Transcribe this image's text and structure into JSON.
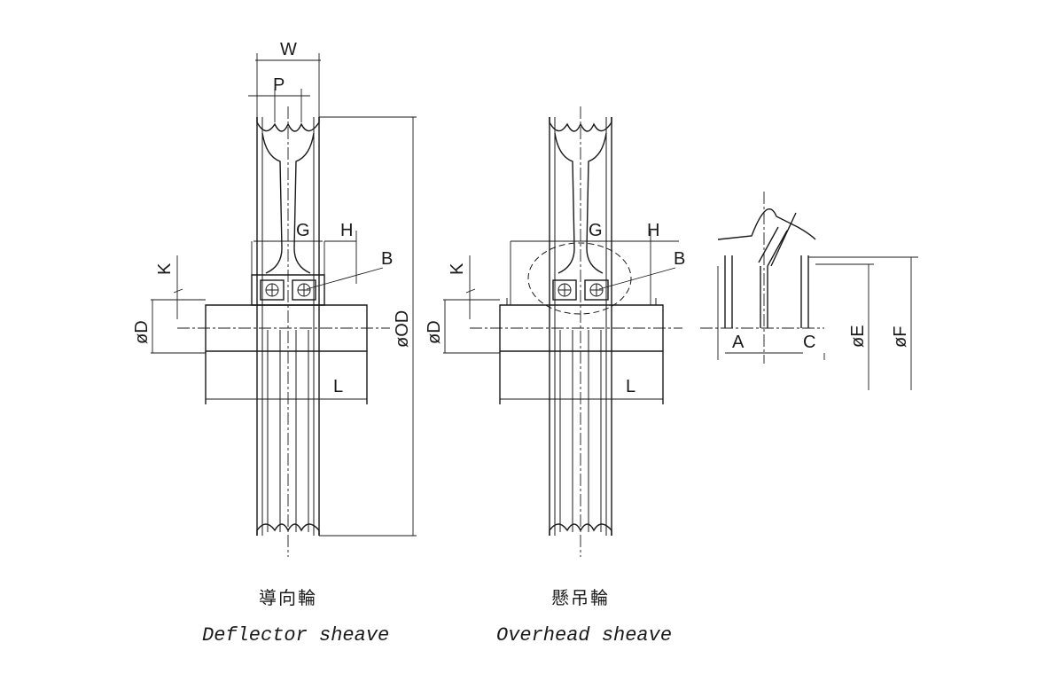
{
  "labels": {
    "W": "W",
    "P": "P",
    "G": "G",
    "H": "H",
    "K": "K",
    "B": "B",
    "D": "øD",
    "OD": "øOD",
    "L": "L",
    "A": "A",
    "C": "C",
    "E": "øE",
    "F": "øF"
  },
  "captions": {
    "deflector_zh": "導向輪",
    "deflector_en": "Deflector sheave",
    "overhead_zh": "懸吊輪",
    "overhead_en": "Overhead sheave"
  }
}
